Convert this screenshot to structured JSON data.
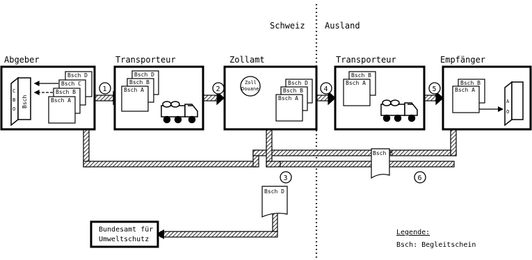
{
  "regions": {
    "left": "Schweiz",
    "right": "Ausland"
  },
  "stations": {
    "abgeber": "Abgeber",
    "transporteur1": "Transporteur",
    "zollamt": "Zollamt",
    "transporteur2": "Transporteur",
    "empfaenger": "Empfänger"
  },
  "docs": {
    "a": "Bsch A",
    "b": "Bsch B",
    "c": "Bsch C",
    "d": "Bsch D",
    "binder_spine": "Bsch",
    "binder_abc": [
      "C",
      "B",
      "O"
    ],
    "binder_ao": [
      "A",
      "O"
    ]
  },
  "stamp": {
    "line1": "Zoll",
    "line2": "Douane"
  },
  "steps": [
    "1",
    "2",
    "3",
    "4",
    "5",
    "6"
  ],
  "office": {
    "line1": "Bundesamt für",
    "line2": "Umweltschutz"
  },
  "legend": {
    "title": "Legende:",
    "entry": "Bsch: Begleitschein"
  },
  "colors": {
    "ink": "#000000",
    "paper": "#ffffff"
  }
}
